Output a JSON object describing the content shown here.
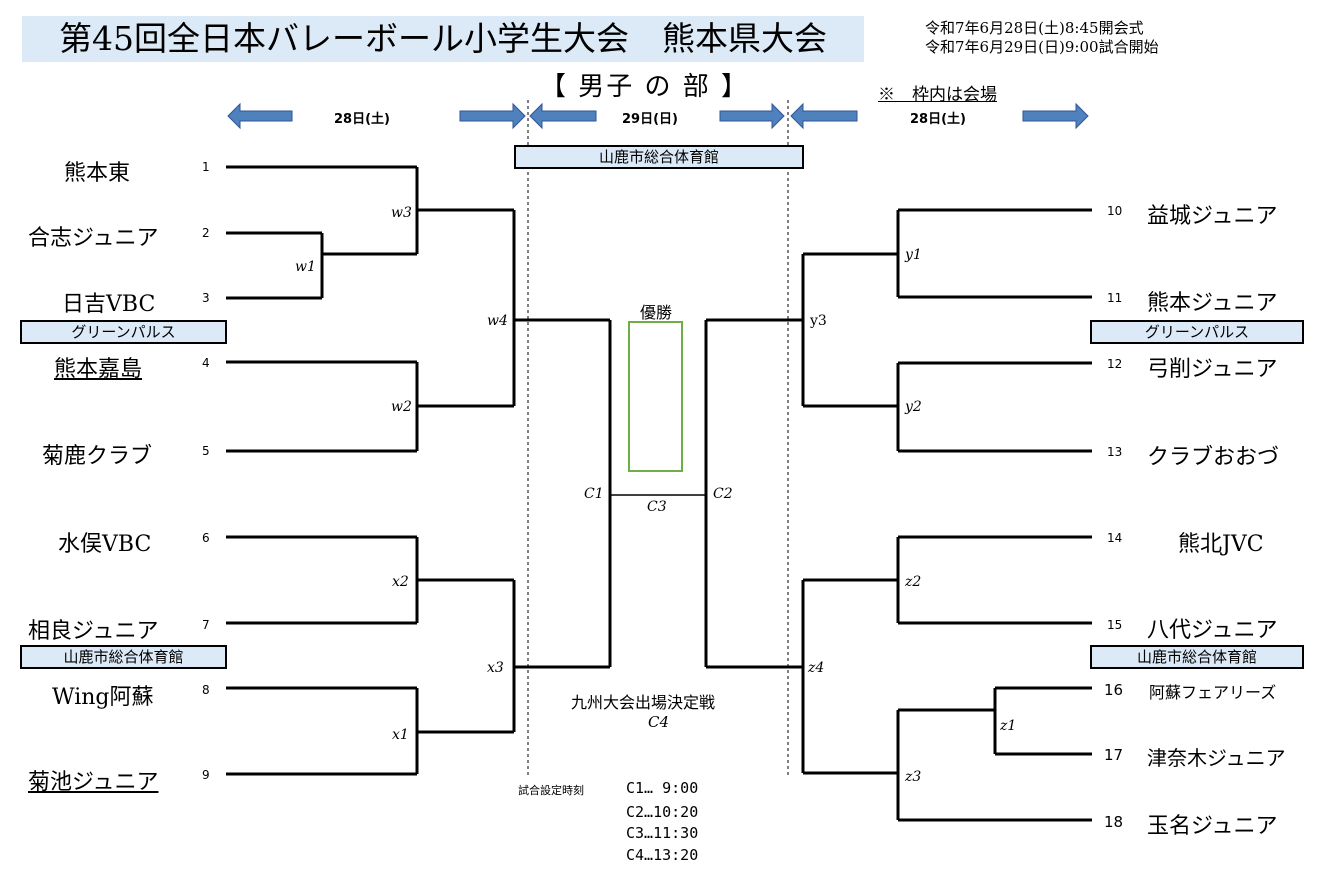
{
  "title": "第45回全日本バレーボール小学生大会　熊本県大会",
  "dates": [
    "令和7年6月28日(土)8:45開会式",
    "令和7年6月29日(日)9:00試合開始"
  ],
  "section_title": "【 男子 の 部 】",
  "venue_note": "※　枠内は会場",
  "day_labels": {
    "left": "28日(土)",
    "center": "29日(日)",
    "right": "28日(土)"
  },
  "venues": {
    "center": "山鹿市総合体育館",
    "left_upper": "グリーンパルス",
    "left_lower": "山鹿市総合体育館",
    "right_upper": "グリーンパルス",
    "right_lower": "山鹿市総合体育館"
  },
  "teams": [
    {
      "num": "1",
      "name": "熊本東"
    },
    {
      "num": "2",
      "name": "合志ジュニア"
    },
    {
      "num": "3",
      "name": "日吉VBC"
    },
    {
      "num": "4",
      "name": "熊本嘉島"
    },
    {
      "num": "5",
      "name": "菊鹿クラブ"
    },
    {
      "num": "6",
      "name": "水俣VBC"
    },
    {
      "num": "7",
      "name": "相良ジュニア"
    },
    {
      "num": "8",
      "name": "Wing阿蘇"
    },
    {
      "num": "9",
      "name": "菊池ジュニア"
    },
    {
      "num": "10",
      "name": "益城ジュニア"
    },
    {
      "num": "11",
      "name": "熊本ジュニア"
    },
    {
      "num": "12",
      "name": "弓削ジュニア"
    },
    {
      "num": "13",
      "name": "クラブおおづ"
    },
    {
      "num": "14",
      "name": "熊北JVC"
    },
    {
      "num": "15",
      "name": "八代ジュニア"
    },
    {
      "num": "16",
      "name": "阿蘇フェアリーズ"
    },
    {
      "num": "17",
      "name": "津奈木ジュニア"
    },
    {
      "num": "18",
      "name": "玉名ジュニア"
    }
  ],
  "matches": {
    "w1": "w1",
    "w2": "w2",
    "w3": "w3",
    "w4": "w4",
    "x1": "x1",
    "x2": "x2",
    "x3": "x3",
    "y1": "y1",
    "y2": "y2",
    "y3": "y3",
    "z1": "z1",
    "z2": "z2",
    "z3": "z3",
    "z4": "z4",
    "c1": "C1",
    "c2": "C2",
    "c3": "C3"
  },
  "champion_label": "優勝",
  "final": {
    "label": "九州大会出場決定戦",
    "code": "C4"
  },
  "schedule": {
    "label": "試合設定時刻",
    "items": [
      "C1…  9:00",
      "C2…10:20",
      "C3…11:30",
      "C4…13:20"
    ]
  },
  "colors": {
    "title_bg": "#dce9f6",
    "venue_bg": "#dce9f6",
    "arrow": "#4f81bd",
    "arrow_border": "#2f5597",
    "champion_box": "#70ad47"
  }
}
